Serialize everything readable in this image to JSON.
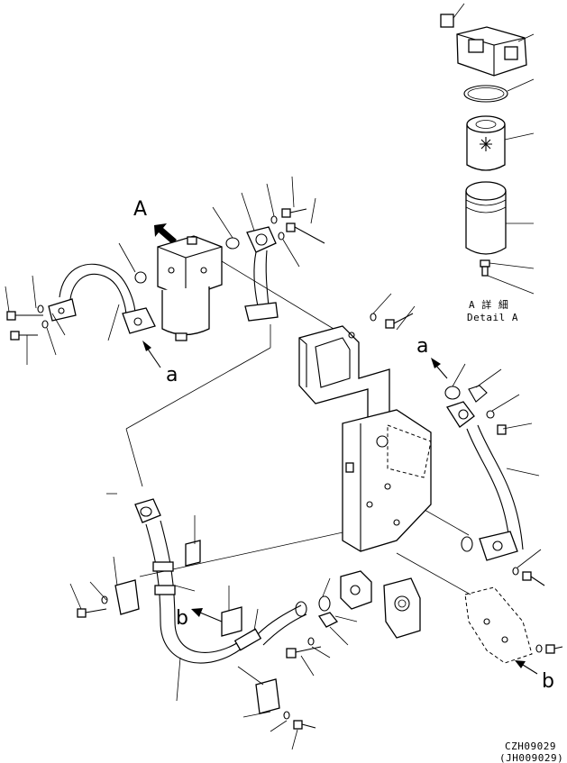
{
  "labels": {
    "view_a": "A",
    "ref_a_1": "a",
    "ref_a_2": "a",
    "ref_b_1": "b",
    "ref_b_2": "b",
    "detail_a_jp": "A 詳 細",
    "detail_a_en": "Detail A",
    "drawing_code": "CZH09029",
    "drawing_code_alt": "(JH009029)"
  },
  "colors": {
    "line": "#000000",
    "background": "#ffffff"
  }
}
